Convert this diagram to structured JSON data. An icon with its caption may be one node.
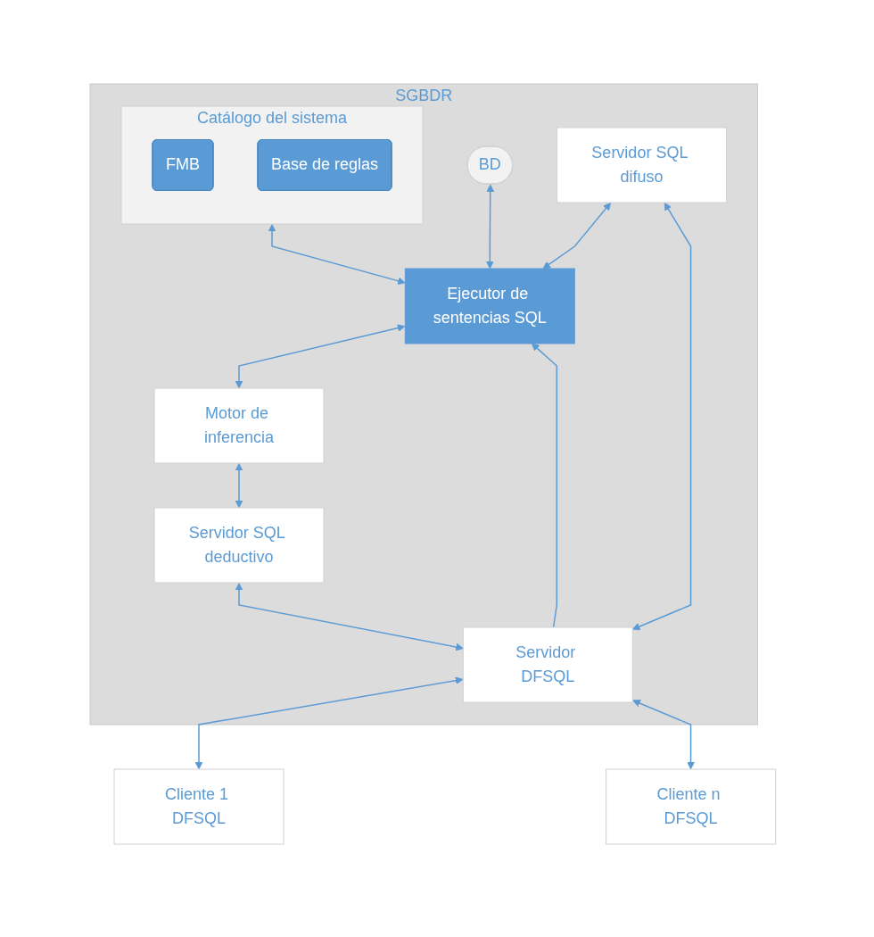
{
  "diagram": {
    "nodes": [
      {
        "text": [
          "SGBDR"
        ]
      },
      {
        "text": [
          "BD"
        ],
        "in": 0
      },
      {
        "text": [
          "Catálogo del sistema"
        ],
        "in": 0
      },
      {
        "text": [
          "FMB"
        ],
        "in": 2
      },
      {
        "text": [
          "Base de reglas"
        ],
        "in": 2
      },
      {
        "text": [
          "Ejecutor de sentencias SQL"
        ],
        "in": 0
      },
      {
        "text": [
          "Servidor SQL difuso"
        ],
        "in": 0
      },
      {
        "text": [
          "Motor de inferencia"
        ],
        "in": 0
      },
      {
        "text": [
          "Servidor SQL deductivo"
        ],
        "in": 0
      },
      {
        "text": [
          "Servidor DFSQL"
        ],
        "in": 0
      },
      {
        "text": [
          "Cliente 1 DFSQL"
        ]
      },
      {
        "text": [
          "Cliente n DFSQL"
        ]
      }
    ],
    "edges": [
      {
        "from": 1,
        "to": 5,
        "arrow": "both"
      },
      {
        "from": 2,
        "to": 5,
        "arrow": "both"
      },
      {
        "from": 6,
        "to": 5,
        "arrow": "both"
      },
      {
        "from": 9,
        "to": 5,
        "arrow": "to"
      },
      {
        "from": 5,
        "to": 7,
        "arrow": "both"
      },
      {
        "from": 7,
        "to": 8,
        "arrow": "both"
      },
      {
        "from": 6,
        "to": 9,
        "arrow": "both"
      },
      {
        "from": 8,
        "to": 9,
        "arrow": "both"
      },
      {
        "from": 9,
        "to": 10,
        "arrow": "both"
      },
      {
        "from": 9,
        "to": 11,
        "arrow": "both"
      }
    ]
  }
}
